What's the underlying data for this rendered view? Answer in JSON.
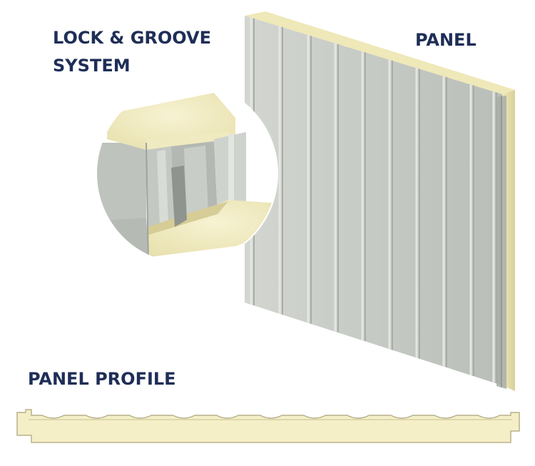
{
  "labels": {
    "lock_line1": "LOCK & GROOVE",
    "lock_line2": "SYSTEM",
    "panel": "PANEL",
    "panel_profile": "PANEL PROFILE"
  },
  "colors": {
    "label_text": "#1f2e57",
    "steel_face": "#c7ccc6",
    "foam_core": "#f3efc4"
  }
}
